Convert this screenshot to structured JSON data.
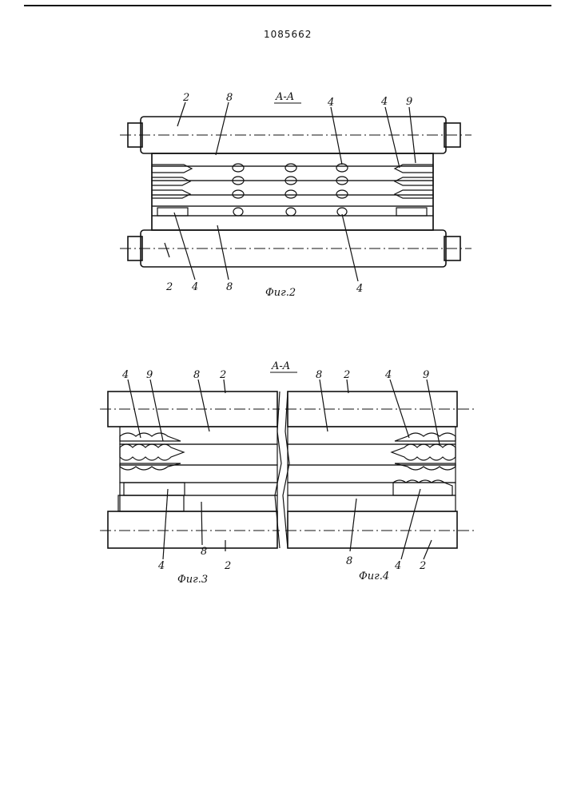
{
  "document": {
    "number": "1085662"
  },
  "figure2": {
    "section": "A-A",
    "caption": "Фиг.2",
    "callouts": {
      "roll_top": "2",
      "plate_top": "8",
      "pad_center": "4",
      "pad_right": "4",
      "gasket": "9",
      "roll_bottom": "2",
      "pad_left": "4",
      "plate_bottom": "8",
      "pad_bottom": "4"
    }
  },
  "figure3": {
    "caption": "Фиг.3",
    "callouts": {
      "pad_top": "4",
      "gasket": "9",
      "plate_top": "8",
      "roll_top": "2",
      "pad_bottom": "4",
      "plate_bottom": "8",
      "roll_bottom": "2"
    }
  },
  "figure4": {
    "caption": "Фиг.4",
    "callouts": {
      "plate_top": "8",
      "roll_top": "2",
      "pad_top": "4",
      "gasket": "9",
      "plate_bottom": "8",
      "pad_bottom": "4",
      "roll_bottom": "2"
    }
  },
  "section_label_34": "A-A"
}
